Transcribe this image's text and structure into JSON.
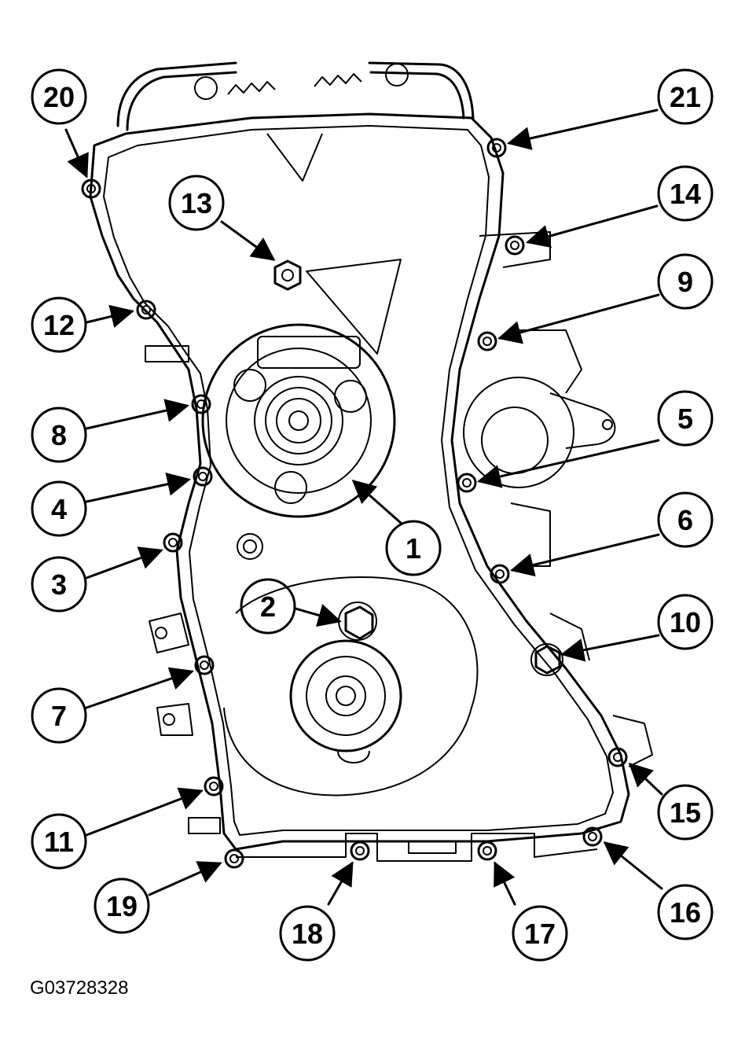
{
  "figure_id": "G03728328",
  "callouts": [
    {
      "label": "1"
    },
    {
      "label": "2"
    },
    {
      "label": "3"
    },
    {
      "label": "4"
    },
    {
      "label": "5"
    },
    {
      "label": "6"
    },
    {
      "label": "7"
    },
    {
      "label": "8"
    },
    {
      "label": "9"
    },
    {
      "label": "10"
    },
    {
      "label": "11"
    },
    {
      "label": "12"
    },
    {
      "label": "13"
    },
    {
      "label": "14"
    },
    {
      "label": "15"
    },
    {
      "label": "16"
    },
    {
      "label": "17"
    },
    {
      "label": "18"
    },
    {
      "label": "19"
    },
    {
      "label": "20"
    },
    {
      "label": "21"
    }
  ]
}
